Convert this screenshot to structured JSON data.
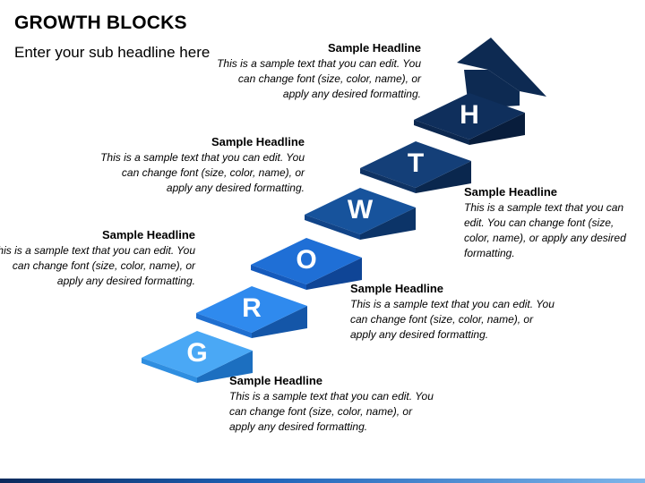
{
  "header": {
    "title": "GROWTH BLOCKS",
    "subtitle": "Enter your sub headline here"
  },
  "blocks": [
    {
      "letter": "G",
      "top": "#4aa8f5",
      "front": "#2f8ee0",
      "side": "#1c6fc0"
    },
    {
      "letter": "R",
      "top": "#2f8aee",
      "front": "#1f6fd0",
      "side": "#1456a8"
    },
    {
      "letter": "O",
      "top": "#1f6fd6",
      "front": "#155abc",
      "side": "#0f4596"
    },
    {
      "letter": "W",
      "top": "#17539c",
      "front": "#114488",
      "side": "#0c3468"
    },
    {
      "letter": "T",
      "top": "#143f78",
      "front": "#0f3364",
      "side": "#0a274e"
    },
    {
      "letter": "H",
      "top": "#0f2f5c",
      "front": "#0c2850",
      "side": "#081d3c"
    }
  ],
  "arrow_color": "#0d2a52",
  "callouts": [
    {
      "headline": "Sample Headline",
      "text": "This is a sample text that you can edit. You can change font (size, color, name), or apply any desired formatting."
    },
    {
      "headline": "Sample Headline",
      "text": "This is a sample text that you can edit. You can change font (size, color, name), or apply any desired formatting."
    },
    {
      "headline": "Sample Headline",
      "text": "This is a sample text that you can edit. You can change font (size, color, name), or apply any desired formatting."
    },
    {
      "headline": "Sample Headline",
      "text": "This is a sample text that you can edit. You can change font (size, color, name), or apply any desired formatting."
    },
    {
      "headline": "Sample Headline",
      "text": "This is a sample text that you can edit. You can change font (size, color, name), or apply any desired formatting."
    },
    {
      "headline": "Sample Headline",
      "text": "This is a sample text that you can edit. You can change font (size, color, name), or apply any desired formatting."
    }
  ]
}
